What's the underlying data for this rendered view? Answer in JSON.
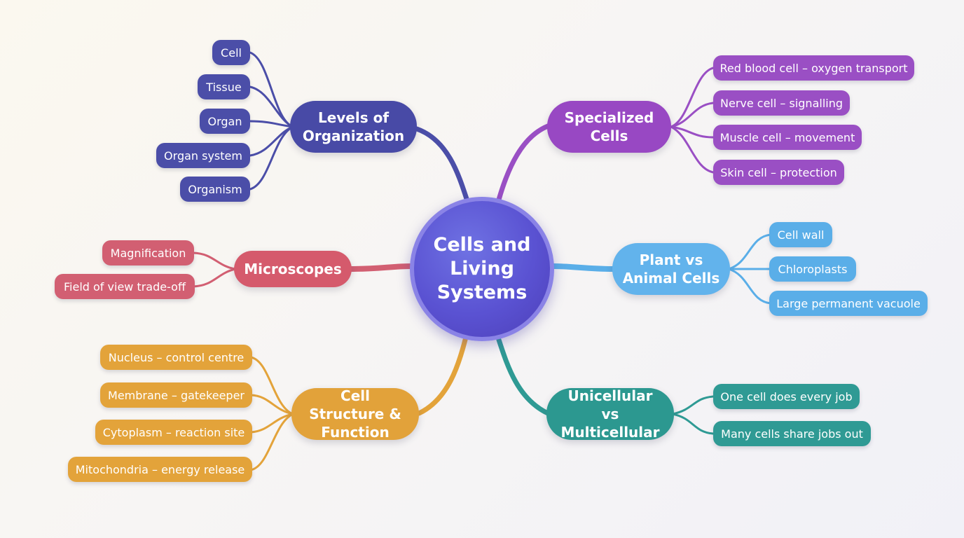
{
  "center": {
    "title": "Cells and Living Systems"
  },
  "branches": {
    "levels": {
      "title": "Levels of Organization",
      "color": "#4b4ea8",
      "items": [
        "Cell",
        "Tissue",
        "Organ",
        "Organ system",
        "Organism"
      ]
    },
    "specialized": {
      "title": "Specialized Cells",
      "color": "#9a4fc4",
      "items": [
        "Red blood cell – oxygen transport",
        "Nerve cell – signalling",
        "Muscle cell – movement",
        "Skin cell – protection"
      ]
    },
    "microscopes": {
      "title": "Microscopes",
      "color": "#d25f72",
      "items": [
        "Magnification",
        "Field of view trade-off"
      ]
    },
    "plant_animal": {
      "title": "Plant vs Animal Cells",
      "color": "#5aaee8",
      "items": [
        "Cell wall",
        "Chloroplasts",
        "Large permanent vacuole"
      ]
    },
    "structure": {
      "title": "Cell Structure & Function",
      "color": "#e3a33a",
      "items": [
        "Nucleus – control centre",
        "Membrane – gatekeeper",
        "Cytoplasm – reaction site",
        "Mitochondria – energy release"
      ]
    },
    "unicellular": {
      "title": "Unicellular vs Multicellular",
      "color": "#2f9a94",
      "items": [
        "One cell does every job",
        "Many cells share jobs out"
      ]
    }
  }
}
